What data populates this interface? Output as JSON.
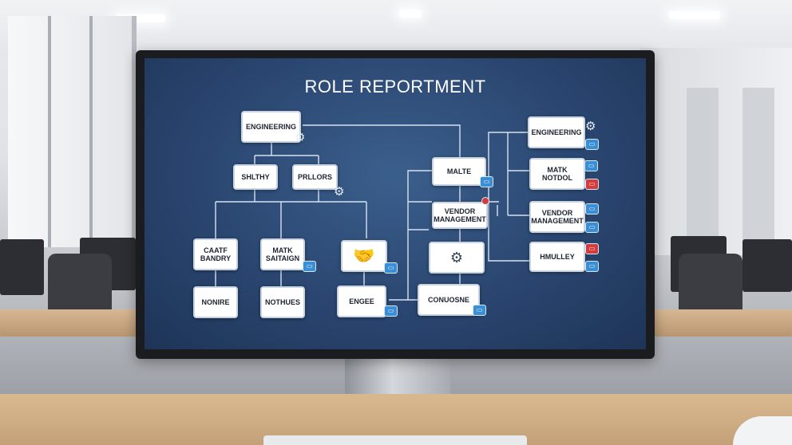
{
  "screen": {
    "title": "ROLE REPORTMENT"
  },
  "nodes": {
    "engineering_left": "ENGINEERING",
    "shlthy": "SHLTHY",
    "prllors": "PRLLORS",
    "caatf_bandry": "CAATF\nBANDRY",
    "matk_saitaign": "MATK\nSAITAIGN",
    "handshake_icon": "handshake-icon",
    "nonire": "NONIRE",
    "nothues": "NOTHUES",
    "engee": "ENGEE",
    "malte": "MALTE",
    "vendor_management_center": "VENDOR\nMANAGEMENT",
    "settings_card_icon": "settings-card-icon",
    "conuosne": "CONUOSNE",
    "engineering_right": "ENGINEERING",
    "matk_notdol": "MATK\nNOTDOL",
    "vendor_management_right": "VENDOR\nMANAGEMENT",
    "hmulley": "HMULLEY"
  },
  "colors": {
    "screen_bg": "#2a4670",
    "connector": "#d6e2f0",
    "badge_blue": "#3a8ed6",
    "badge_red": "#d23c3c"
  },
  "icons": [
    "gear-icon",
    "handshake-icon",
    "settings-card-icon",
    "badge-icon"
  ]
}
